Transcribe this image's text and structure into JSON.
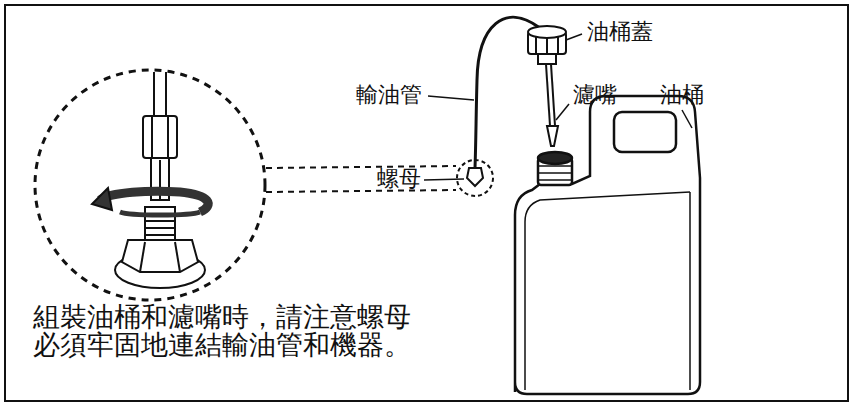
{
  "diagram": {
    "labels": [
      "油桶蓋",
      "輸油管",
      "濾嘴",
      "油桶",
      "螺母",
      "組裝油桶和濾嘴時，請注意螺母 必須牢固地連結輸油管和機器。"
    ]
  }
}
